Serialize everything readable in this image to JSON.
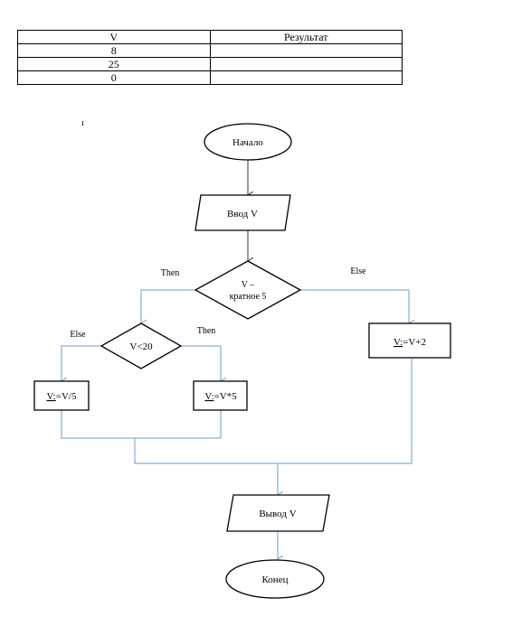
{
  "table": {
    "headers": [
      "V",
      "Результат"
    ],
    "rows": [
      [
        "8",
        ""
      ],
      [
        "25",
        ""
      ],
      [
        "0",
        ""
      ]
    ]
  },
  "cursor_mark": "ı",
  "flowchart": {
    "start": "Начало",
    "input": "Ввод V",
    "cond1_line1": "V –",
    "cond1_line2": "кратное 5",
    "cond1_then": "Then",
    "cond1_else": "Else",
    "cond2": "V<20",
    "cond2_then": "Then",
    "cond2_else": "Else",
    "op_plus_var": "V:",
    "op_plus_rest": "=V+2",
    "op_div_var": "V:",
    "op_div_rest": "=V/5",
    "op_mul_var": "V:",
    "op_mul_rest": "=V*5",
    "output": "Вывод V",
    "end": "Конец"
  },
  "colors": {
    "outline": "#000000",
    "connector_blue": "#6f9cc9",
    "arrow_dark": "#333333"
  }
}
